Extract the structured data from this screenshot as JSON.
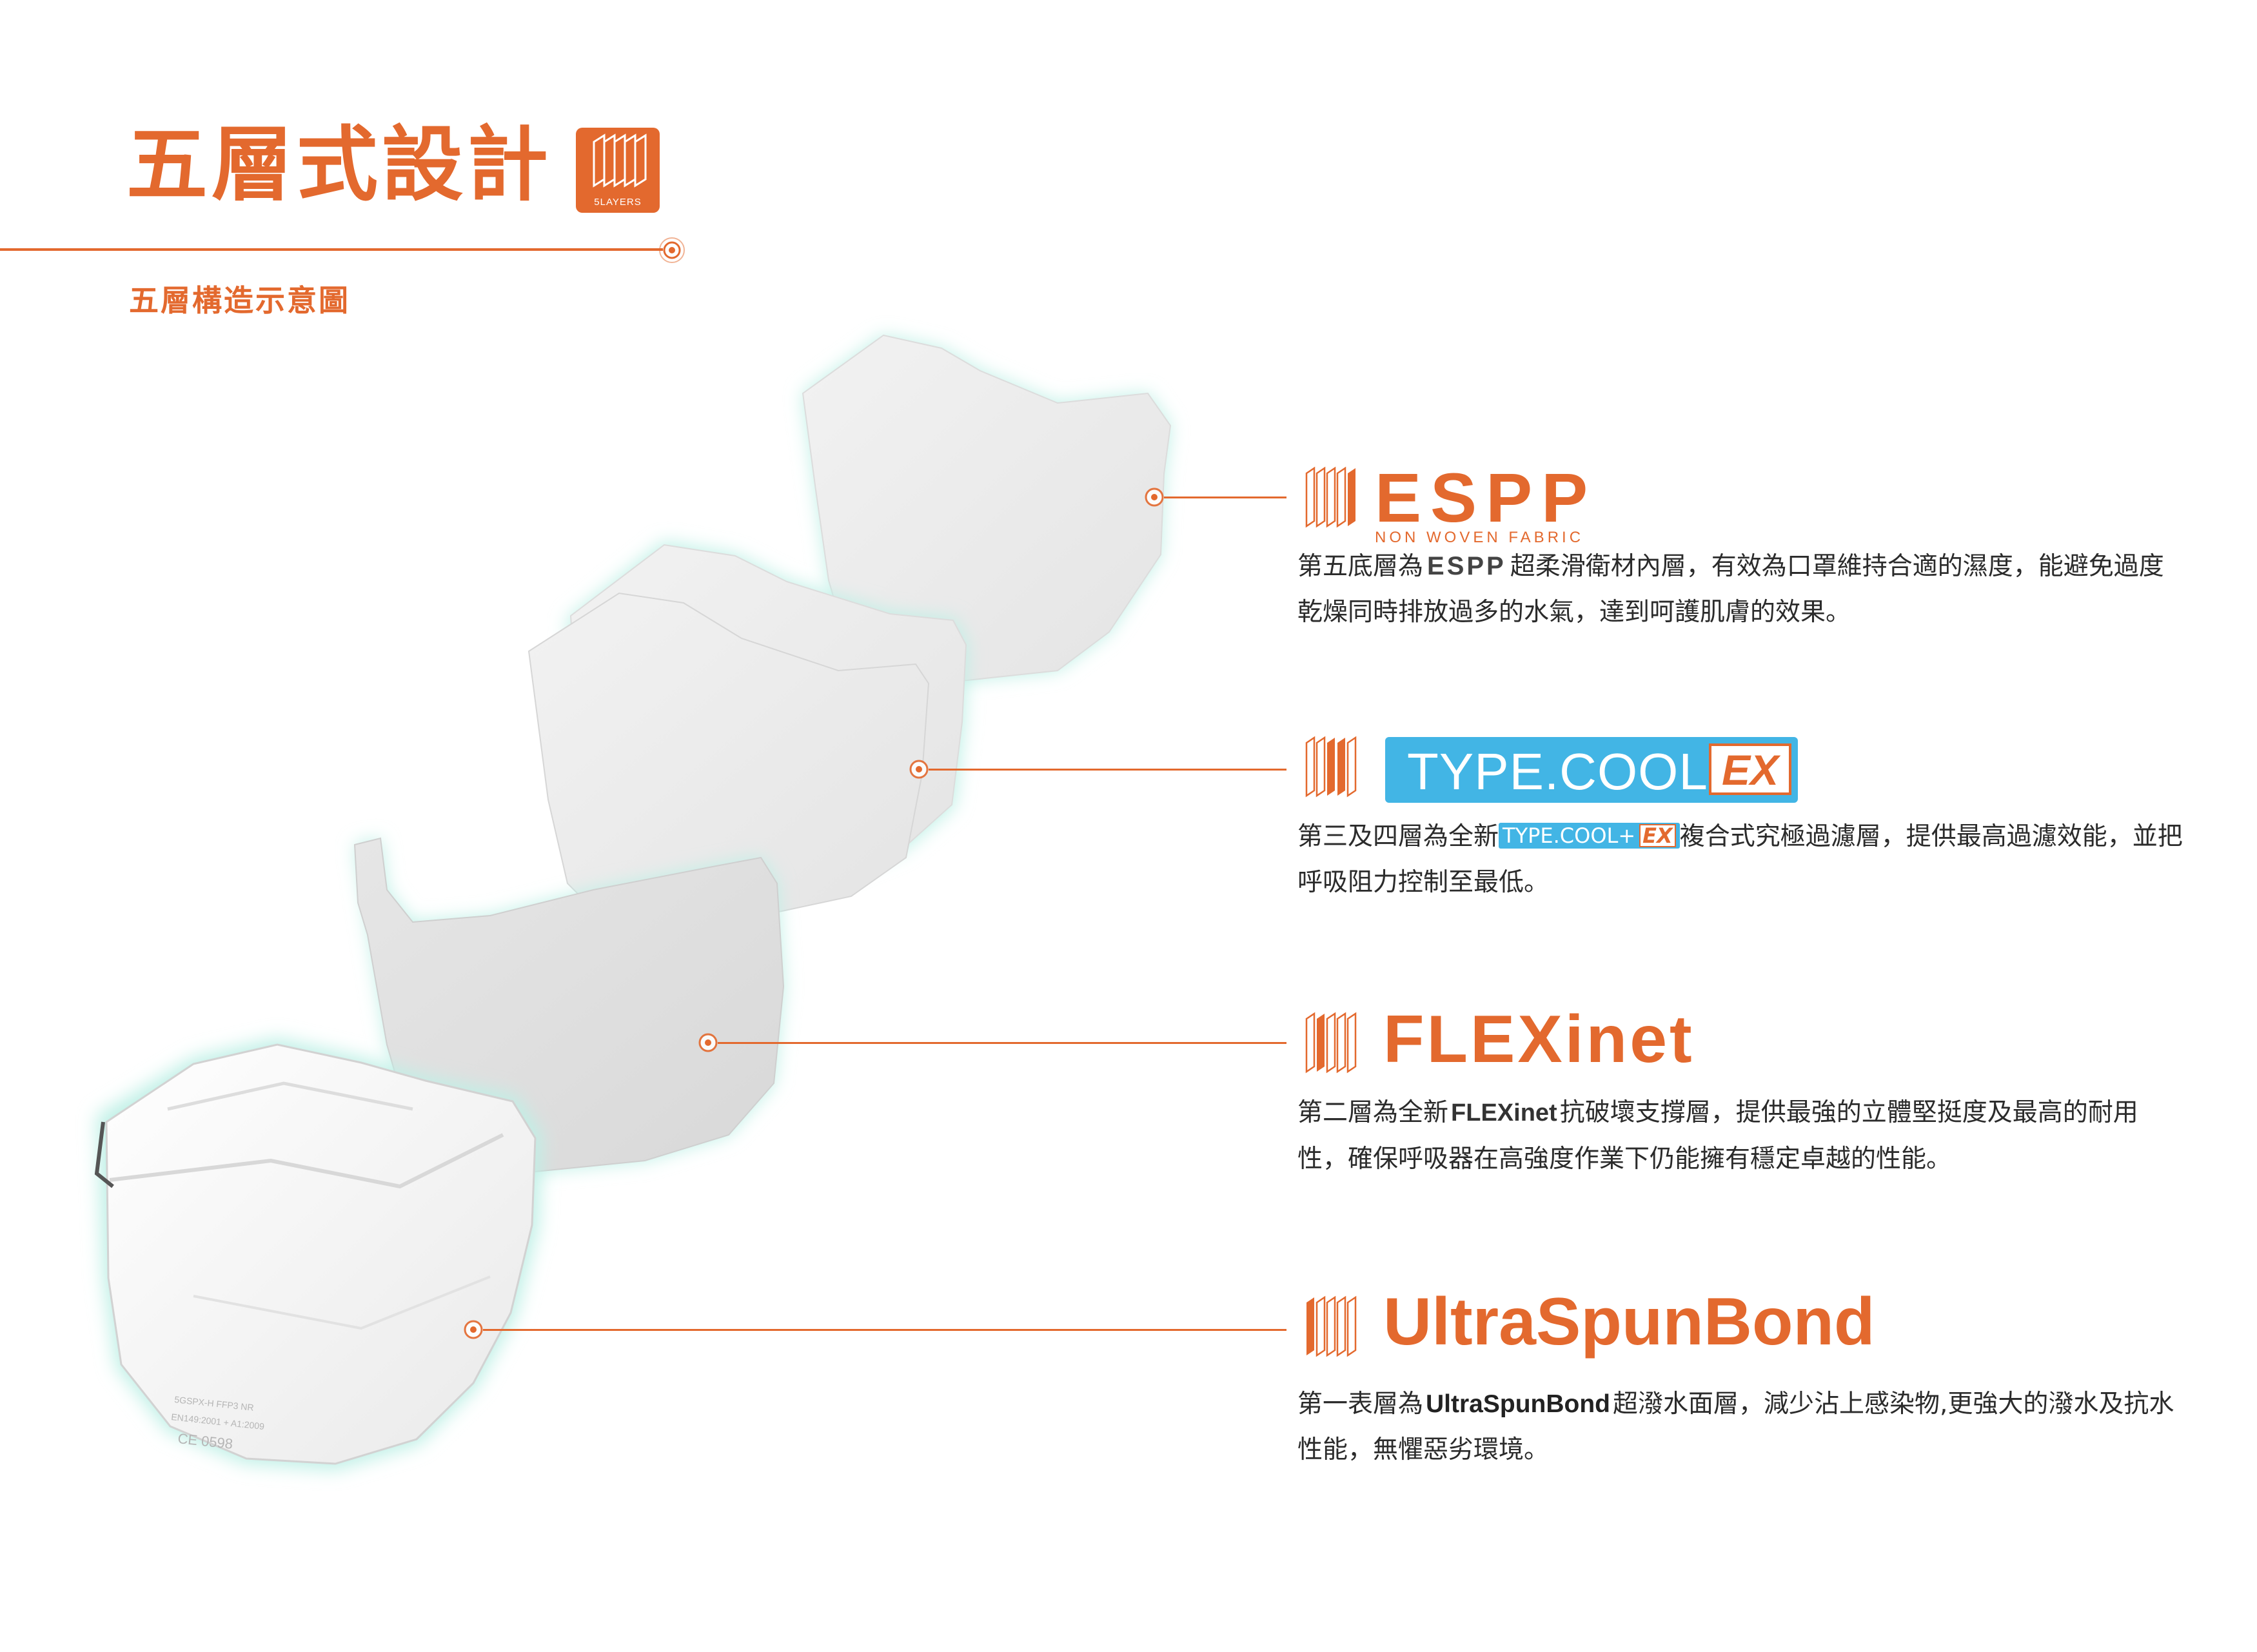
{
  "header": {
    "title": "五層式設計",
    "badge_label": "5LAYERS",
    "subtitle": "五層構造示意圖"
  },
  "layers": [
    {
      "brand": "ESPP",
      "brand_sub": "NON WOVEN FABRIC",
      "desc_before": "第五底層為",
      "desc_inline": "ESPP",
      "desc_after": "超柔滑衛材內層，有效為口罩維持合適的濕度，能避免過度乾燥同時排放過多的水氣，達到呵護肌膚的效果。"
    },
    {
      "brand": "TYPE.COOL+",
      "brand_ex": "EX",
      "desc_before": "第三及四層為全新",
      "desc_inline": "TYPE.COOL+",
      "desc_inline_ex": "EX",
      "desc_after": "複合式究極過濾層，提供最高過濾效能，並把呼吸阻力控制至最低。"
    },
    {
      "brand": "FLEXinet",
      "desc_before": "第二層為全新",
      "desc_inline": "FLEXinet",
      "desc_after": "抗破壞支撐層，提供最強的立體堅挺度及最高的耐用性，確保呼吸器在高強度作業下仍能擁有穩定卓越的性能。"
    },
    {
      "brand": "UltraSpunBond",
      "desc_before": "第一表層為",
      "desc_inline": "UltraSpunBond",
      "desc_after": "超潑水面層，減少沾上感染物,更強大的潑水及抗水性能，無懼惡劣環境。"
    }
  ],
  "mask_print": [
    "5GSPX-H FFP3 NR",
    "EN149:2001 + A1:2009",
    "CE 0598"
  ],
  "colors": {
    "accent": "#e3692e",
    "type_blue": "#42b5e5",
    "glow": "#bff0e6"
  },
  "icons": [
    "layers-icon",
    "target-icon"
  ]
}
